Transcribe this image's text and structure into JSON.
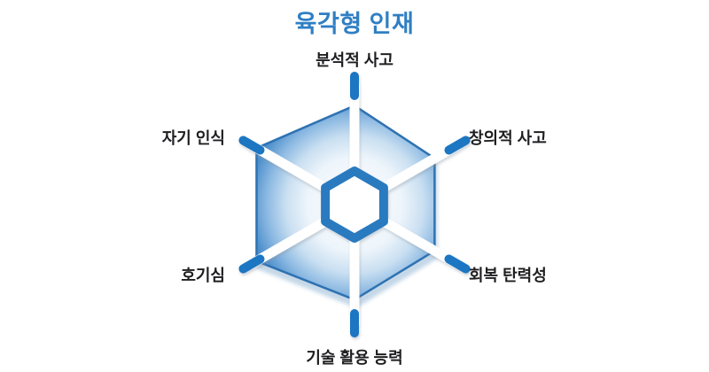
{
  "page": {
    "background": "#FFFFFF"
  },
  "colors": {
    "title": "#2F7FC4",
    "label_text": "#1E1E20",
    "spoke_white": "#FFFFFF",
    "spoke_shadow": "#8A97A5",
    "tip_blue": "#1E76C2",
    "center_hex_stroke": "#2B7ABF",
    "center_hex_fill": "#FFFFFF",
    "fill_stroke": "#2F72B2",
    "fill_shadow": "#7FA8CC",
    "fill_gradient": [
      "#FBFDFE",
      "#EEF5FB",
      "#C9DFF1",
      "#8CB9E2",
      "#4E90CC"
    ]
  },
  "chart_data": {
    "type": "radar",
    "title": "육각형 인재",
    "categories": [
      "분석적 사고",
      "창의적 사고",
      "회복 탄력성",
      "기술 활용 능력",
      "호기심",
      "자기 인식"
    ],
    "values": [
      0.77,
      0.72,
      0.72,
      0.74,
      0.88,
      0.88
    ],
    "max": 1,
    "axis_count": 6,
    "start_angle_deg": -90,
    "direction": "clockwise",
    "legend": "none",
    "grid": "none",
    "center_marker": "hexagon-outline"
  }
}
